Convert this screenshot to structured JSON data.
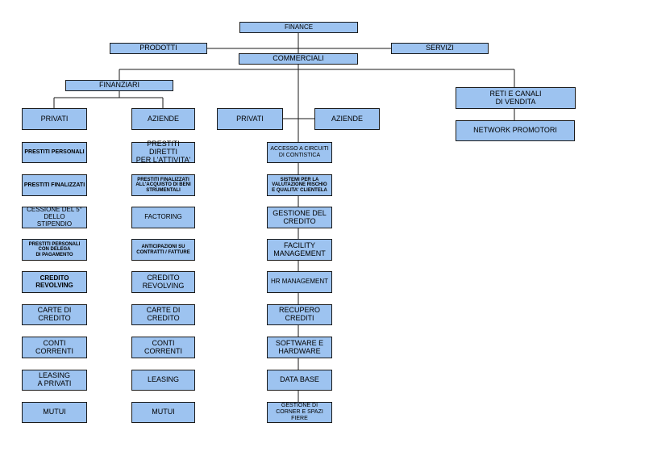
{
  "diagram": {
    "root": "FINANCE",
    "prodotti": "PRODOTTI",
    "servizi": "SERVIZI",
    "commerciali": "COMMERCIALI",
    "finanziari": "FINANZIARI",
    "reti": "RETI E CANALI\nDI VENDITA",
    "network": "NETWORK PROMOTORI",
    "privati": {
      "title": "PRIVATI",
      "items": [
        "PRESTITI PERSONALI",
        "PRESTITI FINALIZZATI",
        "CESSIONE DEL 5°\nDELLO\nSTIPENDIO",
        "PRESTITI PERSONALI\nCON DELEGA\nDI PAGAMENTO",
        "CREDITO REVOLVING",
        "CARTE DI CREDITO",
        "CONTI CORRENTI",
        "LEASING\nA PRIVATI",
        "MUTUI"
      ]
    },
    "aziende": {
      "title": "AZIENDE",
      "items": [
        "PRESTITI DIRETTI\nPER L'ATTIVITA'",
        "PRESTITI FINALIZZATI\nALL'ACQUISTO DI BENI\nSTRUMENTALI",
        "FACTORING",
        "ANTICIPAZIONI SU\nCONTRATTI / FATTURE",
        "CREDITO\nREVOLVING",
        "CARTE DI CREDITO",
        "CONTI CORRENTI",
        "LEASING",
        "MUTUI"
      ]
    },
    "commerciali_privati": "PRIVATI",
    "commerciali_aziende": "AZIENDE",
    "servizi_items": [
      "ACCESSO A CIRCUITI\nDI CONTISTICA",
      "SISTEMI PER LA\nVALUTAZIONE RISCHIO\nE QUALITA' CLIENTELA",
      "GESTIONE DEL\nCREDITO",
      "FACILITY\nMANAGEMENT",
      "HR MANAGEMENT",
      "RECUPERO\nCREDITI",
      "SOFTWARE E\nHARDWARE",
      "DATA BASE",
      "GESTIONE DI\nCORNER E SPAZI\nFIERE"
    ]
  }
}
